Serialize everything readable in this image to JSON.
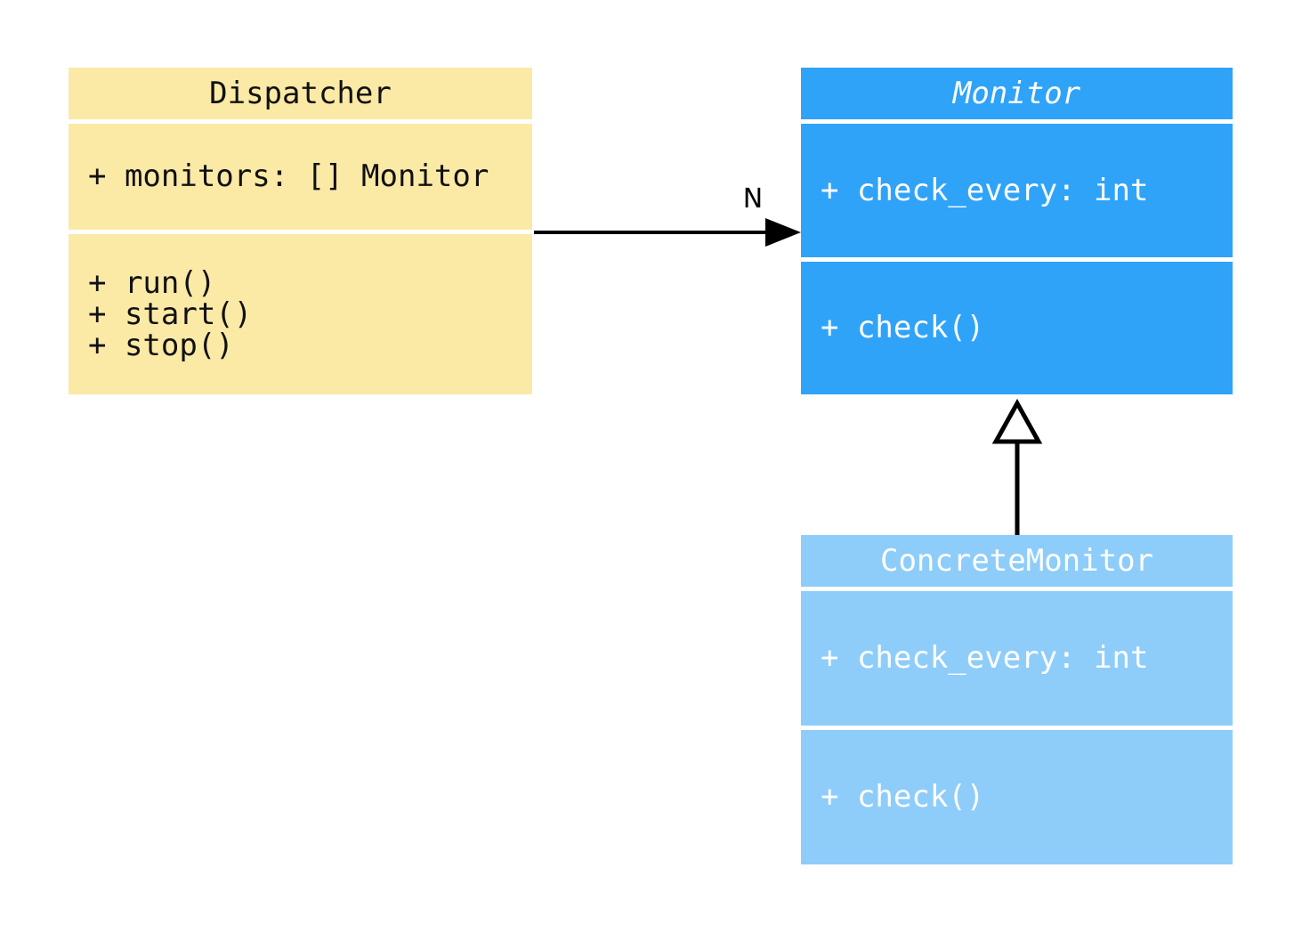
{
  "canvas": {
    "background": "#ffffff",
    "line_color": "#000000"
  },
  "classes": {
    "dispatcher": {
      "title": "Dispatcher",
      "fill": "#FBE9A6",
      "text_color": "#111111",
      "attributes": [
        "+ monitors: [] Monitor"
      ],
      "methods": [
        "+ run()",
        "+ start()",
        "+ stop()"
      ]
    },
    "monitor": {
      "title": "Monitor",
      "title_style": "italic-abstract",
      "fill": "#2FA3F8",
      "text_color": "#ffffff",
      "attributes": [
        "+ check_every: int"
      ],
      "methods": [
        "+ check()"
      ]
    },
    "concrete_monitor": {
      "title": "ConcreteMonitor",
      "fill": "#8ECDFA",
      "text_color": "#ffffff",
      "attributes": [
        "+ check_every: int"
      ],
      "methods": [
        "+ check()"
      ]
    }
  },
  "relationships": {
    "association": {
      "from": "Dispatcher",
      "to": "Monitor",
      "label": "N",
      "arrow": "solid-filled-arrowhead"
    },
    "inheritance": {
      "from": "ConcreteMonitor",
      "to": "Monitor",
      "arrow": "hollow-triangle"
    }
  }
}
